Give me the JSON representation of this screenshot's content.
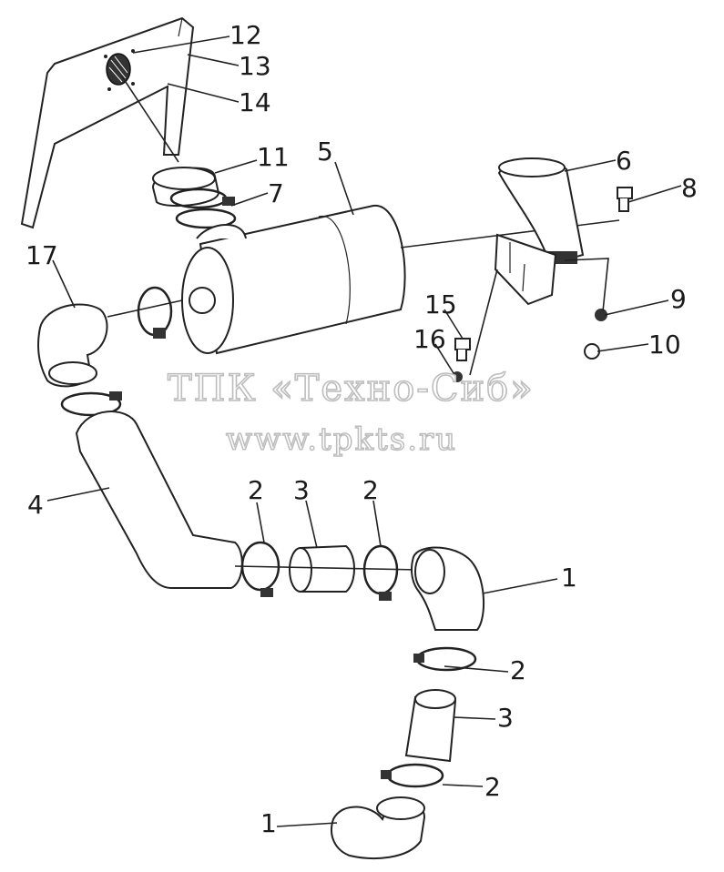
{
  "watermark": {
    "line1": "ТПК «Техно-Сиб»",
    "line2": "www.tpkts.ru"
  },
  "labels": {
    "l1a": "1",
    "l1b": "1",
    "l2a": "2",
    "l2b": "2",
    "l2c": "2",
    "l2d": "2",
    "l3a": "3",
    "l3b": "3",
    "l4": "4",
    "l5": "5",
    "l6": "6",
    "l7": "7",
    "l8": "8",
    "l9": "9",
    "l10": "10",
    "l11": "11",
    "l12": "12",
    "l13": "13",
    "l14": "14",
    "l15": "15",
    "l16": "16",
    "l17": "17"
  }
}
